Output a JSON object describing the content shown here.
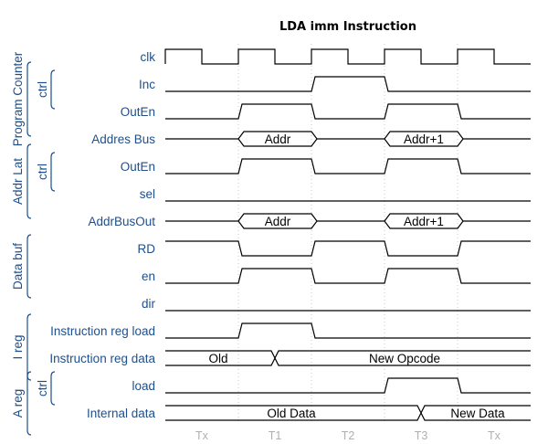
{
  "title": "LDA imm Instruction",
  "phases": [
    "Tx",
    "T1",
    "T2",
    "T3",
    "Tx"
  ],
  "groups": [
    {
      "name": "Program Counter",
      "sub": "ctrl"
    },
    {
      "name": "Addr Lat",
      "sub": "ctrl"
    },
    {
      "name": "Data buf",
      "sub": ""
    },
    {
      "name": "I reg",
      "sub": ""
    },
    {
      "name": "A reg",
      "sub": "ctrl"
    }
  ],
  "signals": [
    {
      "label": "clk",
      "type": "clock"
    },
    {
      "label": "Inc",
      "type": "bit",
      "high": [
        [
          2,
          3
        ]
      ]
    },
    {
      "label": "OutEn",
      "type": "bit",
      "high": [
        [
          1,
          2
        ],
        [
          3,
          4
        ]
      ]
    },
    {
      "label": "Addres Bus",
      "type": "bus",
      "segments": [
        {
          "from": 1,
          "to": 2,
          "text": "Addr"
        },
        {
          "from": 3,
          "to": 4,
          "text": "Addr+1"
        }
      ]
    },
    {
      "label": "OutEn",
      "type": "bit",
      "high": [
        [
          1,
          2
        ],
        [
          3,
          4
        ]
      ]
    },
    {
      "label": "sel",
      "type": "bit",
      "high": []
    },
    {
      "label": "AddrBusOut",
      "type": "bus",
      "segments": [
        {
          "from": 1,
          "to": 2,
          "text": "Addr"
        },
        {
          "from": 3,
          "to": 4,
          "text": "Addr+1"
        }
      ]
    },
    {
      "label": "RD",
      "type": "bit",
      "initial": 1,
      "low": [
        [
          1,
          2
        ],
        [
          3,
          4
        ]
      ]
    },
    {
      "label": "en",
      "type": "bit",
      "high": [
        [
          1,
          2
        ],
        [
          3,
          4
        ]
      ]
    },
    {
      "label": "dir",
      "type": "bit",
      "high": []
    },
    {
      "label": "Instruction reg load",
      "type": "bit",
      "high": [
        [
          1,
          2
        ]
      ]
    },
    {
      "label": "Instruction reg data",
      "type": "data",
      "segments": [
        {
          "from": 0,
          "to": 1.5,
          "text": "Old"
        },
        {
          "from": 1.5,
          "to": 5,
          "text": "New Opcode"
        }
      ]
    },
    {
      "label": "load",
      "type": "bit",
      "high": [
        [
          3,
          4
        ]
      ]
    },
    {
      "label": "Internal data",
      "type": "data",
      "segments": [
        {
          "from": 0,
          "to": 3.5,
          "text": "Old Data"
        },
        {
          "from": 3.5,
          "to": 5,
          "text": "New Data"
        }
      ]
    }
  ]
}
